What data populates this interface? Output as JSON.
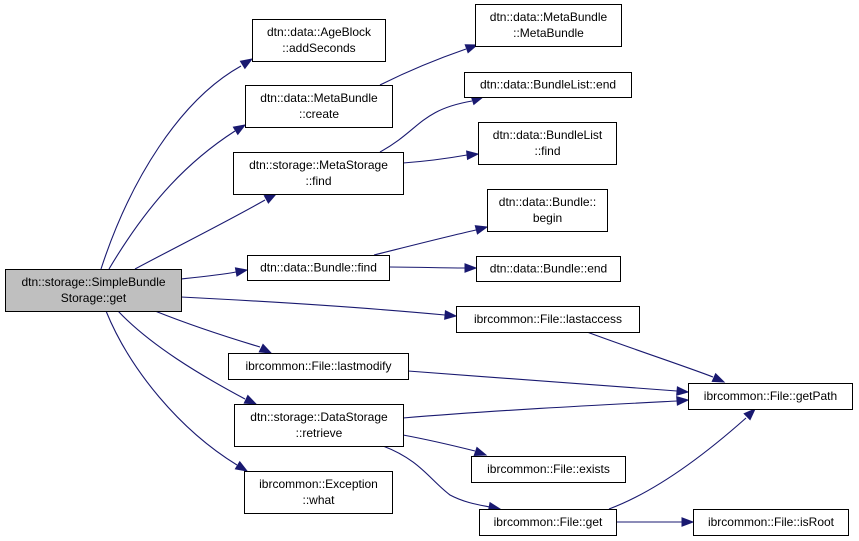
{
  "diagram": {
    "type": "call-graph",
    "colors": {
      "edge": "#191970",
      "root_fill": "#bfbfbf",
      "node_fill": "#ffffff",
      "node_border": "#000000",
      "root_border": "#404040"
    },
    "root": "simplebundlestorage-get",
    "nodes": [
      {
        "id": "simplebundlestorage-get",
        "lines": [
          "dtn::storage::SimpleBundle",
          "Storage::get"
        ],
        "root": true
      },
      {
        "id": "ageblock-addseconds",
        "lines": [
          "dtn::data::AgeBlock",
          "::addSeconds"
        ]
      },
      {
        "id": "metabundle-create",
        "lines": [
          "dtn::data::MetaBundle",
          "::create"
        ]
      },
      {
        "id": "metastorage-find",
        "lines": [
          "dtn::storage::MetaStorage",
          "::find"
        ]
      },
      {
        "id": "bundle-find",
        "lines": [
          "dtn::data::Bundle::find"
        ]
      },
      {
        "id": "file-lastmodify",
        "lines": [
          "ibrcommon::File::lastmodify"
        ]
      },
      {
        "id": "datastorage-retrieve",
        "lines": [
          "dtn::storage::DataStorage",
          "::retrieve"
        ]
      },
      {
        "id": "exception-what",
        "lines": [
          "ibrcommon::Exception",
          "::what"
        ]
      },
      {
        "id": "metabundle-metabundle",
        "lines": [
          "dtn::data::MetaBundle",
          "::MetaBundle"
        ]
      },
      {
        "id": "bundlelist-end",
        "lines": [
          "dtn::data::BundleList::end"
        ]
      },
      {
        "id": "bundlelist-find",
        "lines": [
          "dtn::data::BundleList",
          "::find"
        ]
      },
      {
        "id": "bundle-begin",
        "lines": [
          "dtn::data::Bundle::",
          "begin"
        ]
      },
      {
        "id": "bundle-end",
        "lines": [
          "dtn::data::Bundle::end"
        ]
      },
      {
        "id": "file-lastaccess",
        "lines": [
          "ibrcommon::File::lastaccess"
        ]
      },
      {
        "id": "file-exists",
        "lines": [
          "ibrcommon::File::exists"
        ]
      },
      {
        "id": "file-get",
        "lines": [
          "ibrcommon::File::get"
        ]
      },
      {
        "id": "file-getpath",
        "lines": [
          "ibrcommon::File::getPath"
        ]
      },
      {
        "id": "file-isroot",
        "lines": [
          "ibrcommon::File::isRoot"
        ]
      }
    ],
    "edges": [
      {
        "from": "simplebundlestorage-get",
        "to": "ageblock-addseconds"
      },
      {
        "from": "simplebundlestorage-get",
        "to": "metabundle-create"
      },
      {
        "from": "simplebundlestorage-get",
        "to": "metastorage-find"
      },
      {
        "from": "simplebundlestorage-get",
        "to": "bundle-find"
      },
      {
        "from": "simplebundlestorage-get",
        "to": "file-lastaccess"
      },
      {
        "from": "simplebundlestorage-get",
        "to": "file-lastmodify"
      },
      {
        "from": "simplebundlestorage-get",
        "to": "datastorage-retrieve"
      },
      {
        "from": "simplebundlestorage-get",
        "to": "exception-what"
      },
      {
        "from": "metabundle-create",
        "to": "metabundle-metabundle"
      },
      {
        "from": "metastorage-find",
        "to": "bundlelist-end"
      },
      {
        "from": "metastorage-find",
        "to": "bundlelist-find"
      },
      {
        "from": "bundle-find",
        "to": "bundle-begin"
      },
      {
        "from": "bundle-find",
        "to": "bundle-end"
      },
      {
        "from": "file-lastaccess",
        "to": "file-getpath"
      },
      {
        "from": "file-lastmodify",
        "to": "file-getpath"
      },
      {
        "from": "datastorage-retrieve",
        "to": "file-getpath"
      },
      {
        "from": "datastorage-retrieve",
        "to": "file-exists"
      },
      {
        "from": "datastorage-retrieve",
        "to": "file-get"
      },
      {
        "from": "file-get",
        "to": "file-getpath"
      },
      {
        "from": "file-get",
        "to": "file-isroot"
      }
    ]
  }
}
